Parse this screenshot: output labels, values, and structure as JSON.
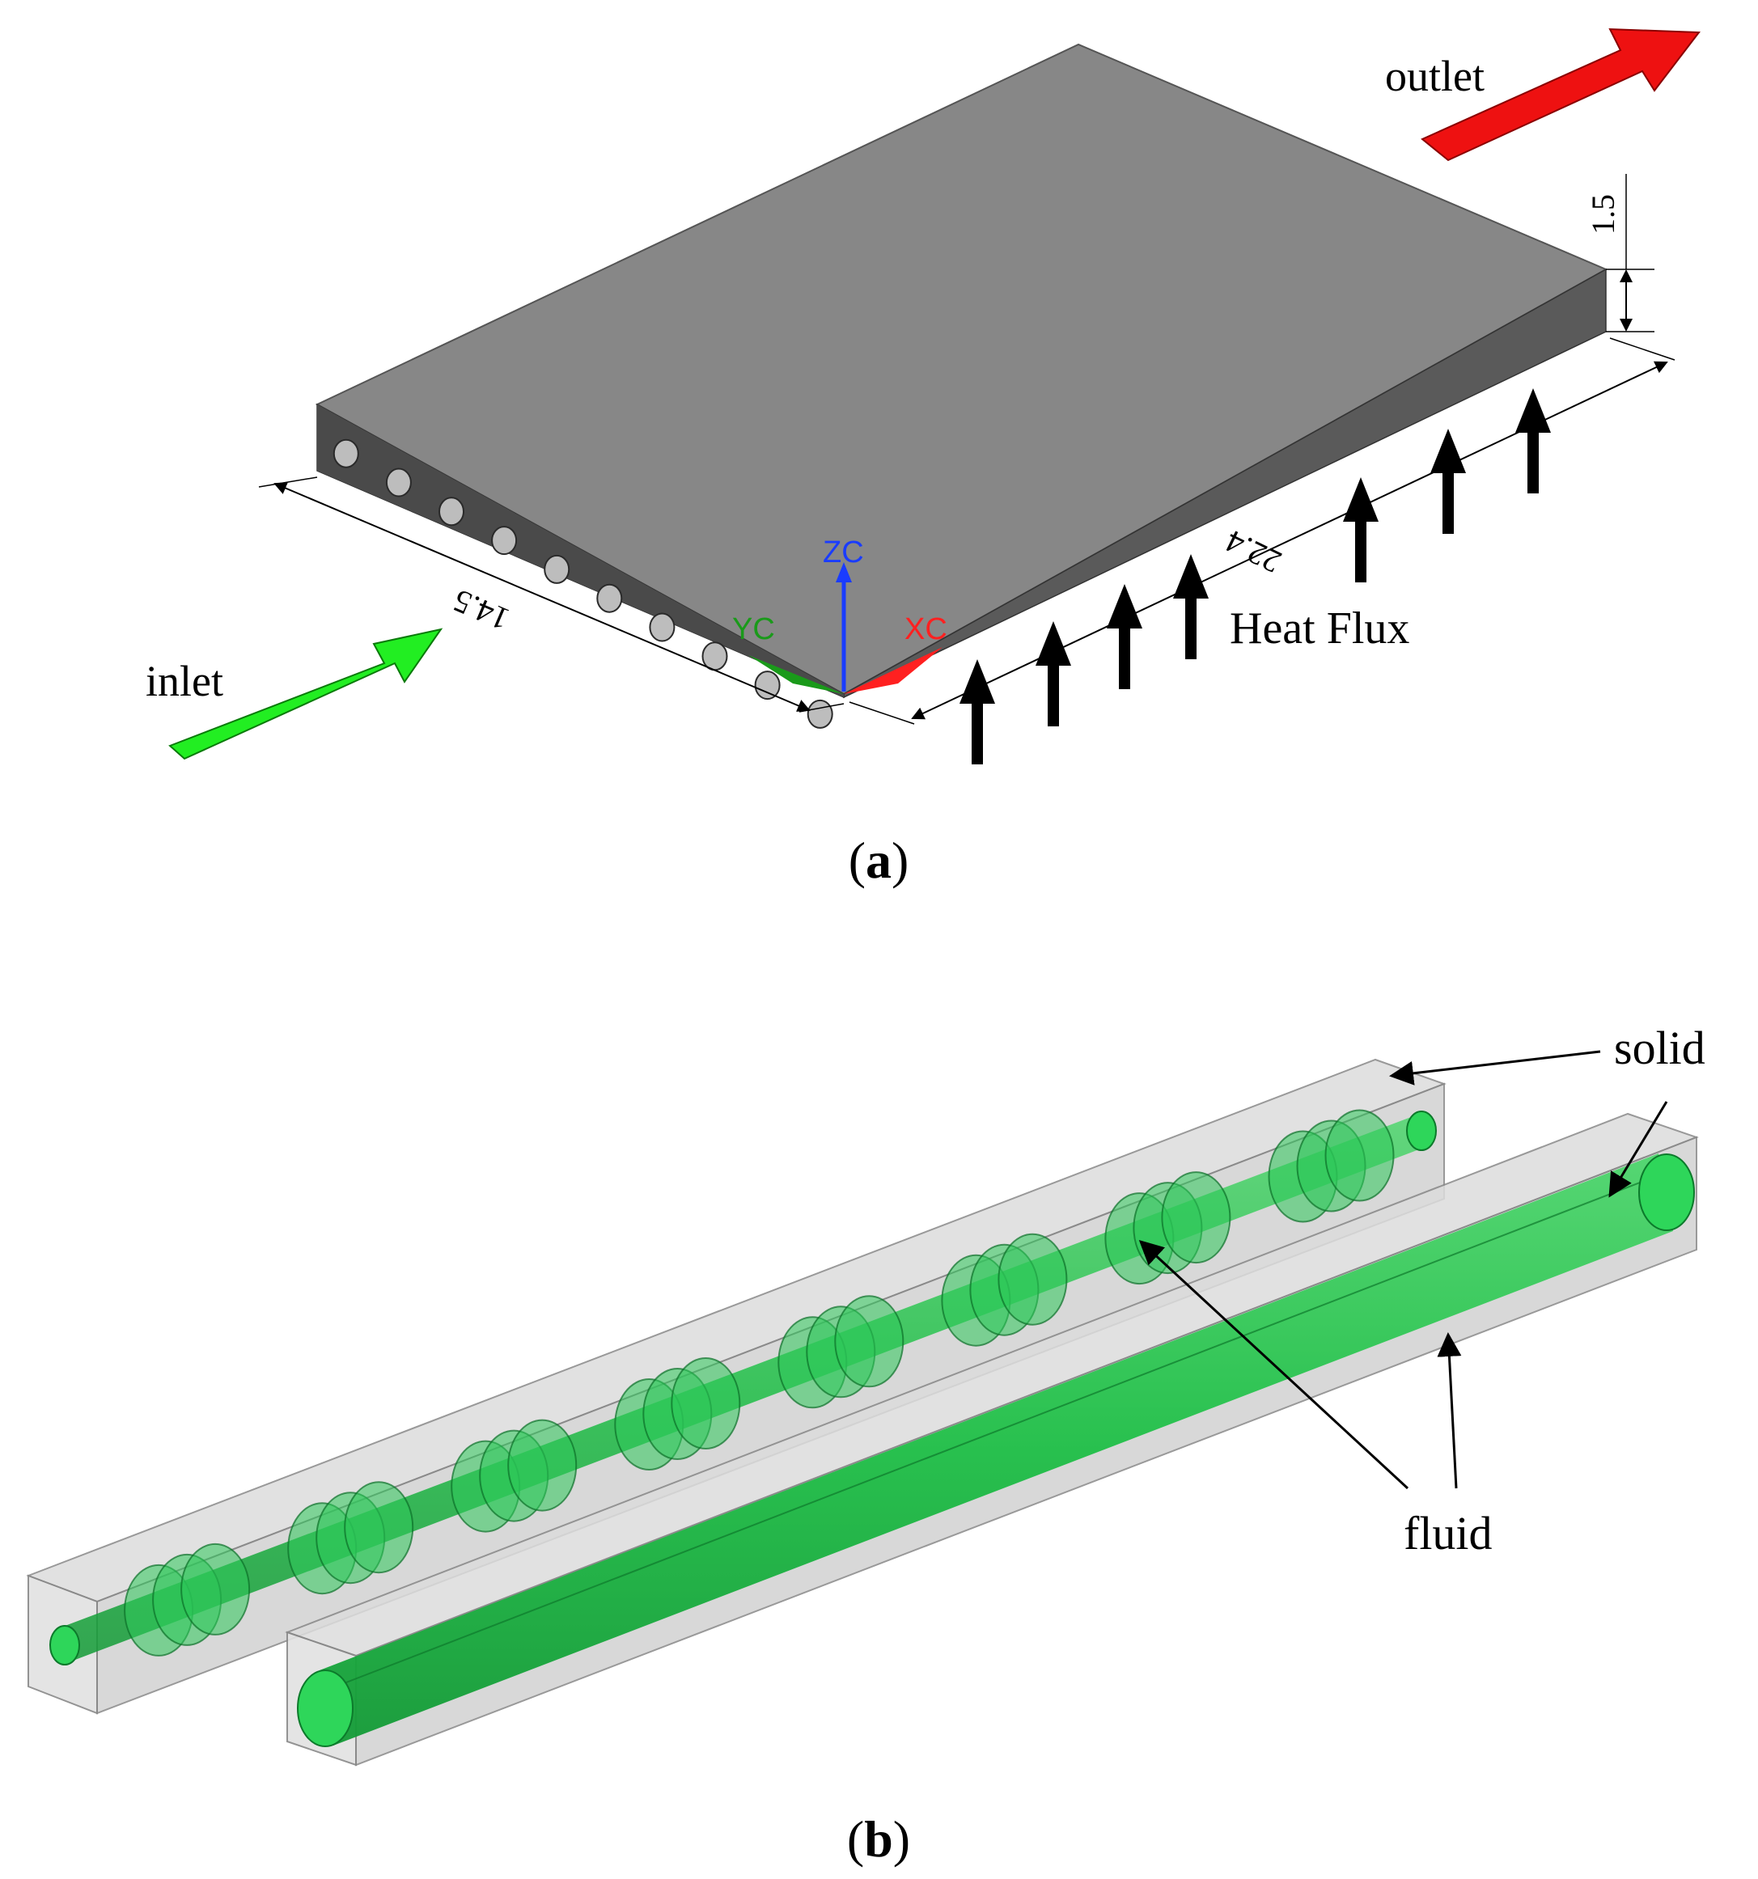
{
  "panel_a": {
    "caption_letter": "a",
    "labels": {
      "inlet": "inlet",
      "outlet": "outlet",
      "heat_flux": "Heat Flux"
    },
    "dimensions": {
      "width": "14.5",
      "length": "22.4",
      "thickness": "1.5"
    },
    "axes": {
      "z": "ZC",
      "y": "YC",
      "x": "XC"
    },
    "colors": {
      "inlet_arrow": "#22ee22",
      "outlet_arrow": "#ee1111",
      "plate_top": "#878787",
      "plate_front": "#4c4c4c",
      "plate_side": "#5f5f5f",
      "axis_z": "#1a3cff",
      "axis_x": "#ff2020",
      "axis_y": "#1a9a1a"
    }
  },
  "panel_b": {
    "caption_letter": "b",
    "labels": {
      "solid": "solid",
      "fluid": "fluid"
    },
    "colors": {
      "solid_fill": "#d8d8d8",
      "fluid_fill": "#22c24a"
    }
  }
}
